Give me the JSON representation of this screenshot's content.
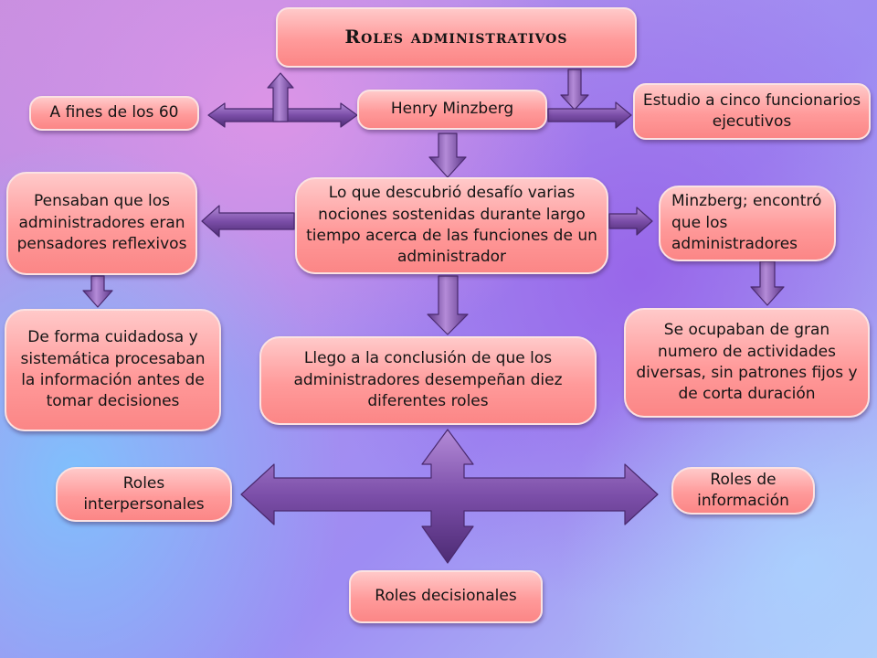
{
  "title": "Roles administrativos",
  "nodes": {
    "henry": "Henry Minzberg",
    "fines60": "A fines de los 60",
    "estudio": "Estudio a cinco funcionarios ejecutivos",
    "descubrio": "Lo que descubrió desafío varias nociones sostenidas durante largo tiempo acerca de las funciones de un administrador",
    "pensaban": "Pensaban que los administradores eran pensadores reflexivos",
    "encontro": "Minzberg; encontró que los administradores",
    "cuidadosa": "De forma cuidadosa y sistemática procesaban la información antes de tomar decisiones",
    "ocupaban": "Se ocupaban de gran numero de actividades diversas, sin patrones fijos y de corta duración",
    "conclusion": "Llego a la conclusión de que los administradores desempeñan diez diferentes roles",
    "interpersonales": "Roles interpersonales",
    "informacion": "Roles de información",
    "decisionales": "Roles decisionales"
  },
  "colors": {
    "node_fill_top": "#ffc9c9",
    "node_fill_bottom": "#fb8686",
    "arrow_fill": "#7b4ea8",
    "arrow_edge": "#4a2a6e"
  }
}
